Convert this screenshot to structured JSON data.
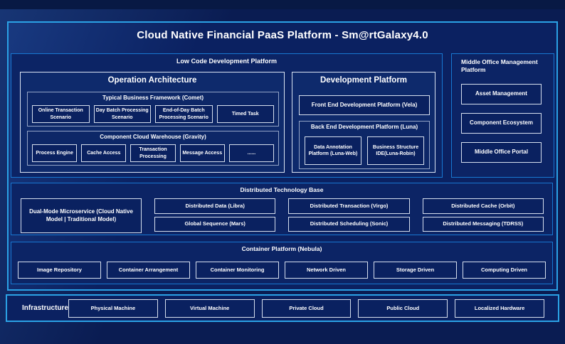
{
  "title": "Cloud Native Financial PaaS Platform - Sm@rtGalaxy4.0",
  "low_code": {
    "label": "Low Code Development Platform",
    "operation_architecture": {
      "title": "Operation Architecture",
      "typical_business": {
        "label": "Typical Business Framework (Comet)",
        "items": [
          "Online Transaction Scenario",
          "Day Batch Processing Scenario",
          "End-of-Day Batch Processing Scenario",
          "Timed Task"
        ]
      },
      "component_warehouse": {
        "label": "Component Cloud Warehouse (Gravity)",
        "items": [
          "Process Engine",
          "Cache Access",
          "Transaction Processing",
          "Message Access",
          "......"
        ]
      }
    },
    "development_platform": {
      "title": "Development Platform",
      "front_end_label": "Front End Development Platform (Vela)",
      "back_end": {
        "label": "Back End Development Platform (Luna)",
        "items": [
          "Data Annotation Platform (Luna-Web)",
          "Business Structure IDE(Luna-Robin)"
        ]
      }
    }
  },
  "middle_office": {
    "label": "Middle Office Management Platform",
    "items": [
      "Asset Management",
      "Component Ecosystem",
      "Middle Office Portal"
    ]
  },
  "distributed_base": {
    "label": "Distributed Technology Base",
    "feature_label": "Dual-Mode Microservice (Cloud Native Model | Traditional Model)",
    "columns": [
      {
        "top": "Distributed Data (Libra)",
        "bottom": "Global Sequence (Mars)"
      },
      {
        "top": "Distributed Transaction (Virgo)",
        "bottom": "Distributed Scheduling (Sonic)"
      },
      {
        "top": "Distributed Cache (Orbit)",
        "bottom": "Distributed Messaging (TDRSS)"
      }
    ]
  },
  "container_platform": {
    "label": "Container Platform (Nebula)",
    "items": [
      "Image Repository",
      "Container Arrangement",
      "Container Monitoring",
      "Network Driven",
      "Storage Driven",
      "Computing Driven"
    ]
  },
  "infrastructure": {
    "label": "Infrastructure",
    "items": [
      "Physical Machine",
      "Virtual Machine",
      "Private Cloud",
      "Public Cloud",
      "Localized Hardware"
    ]
  },
  "colors": {
    "background": "#0a1c52",
    "frame_border": "#2ba2e6",
    "section_border": "#1878d2",
    "leaf_border": "#d6dfee",
    "group_border": "#93a4c6",
    "text": "#ffffff"
  }
}
